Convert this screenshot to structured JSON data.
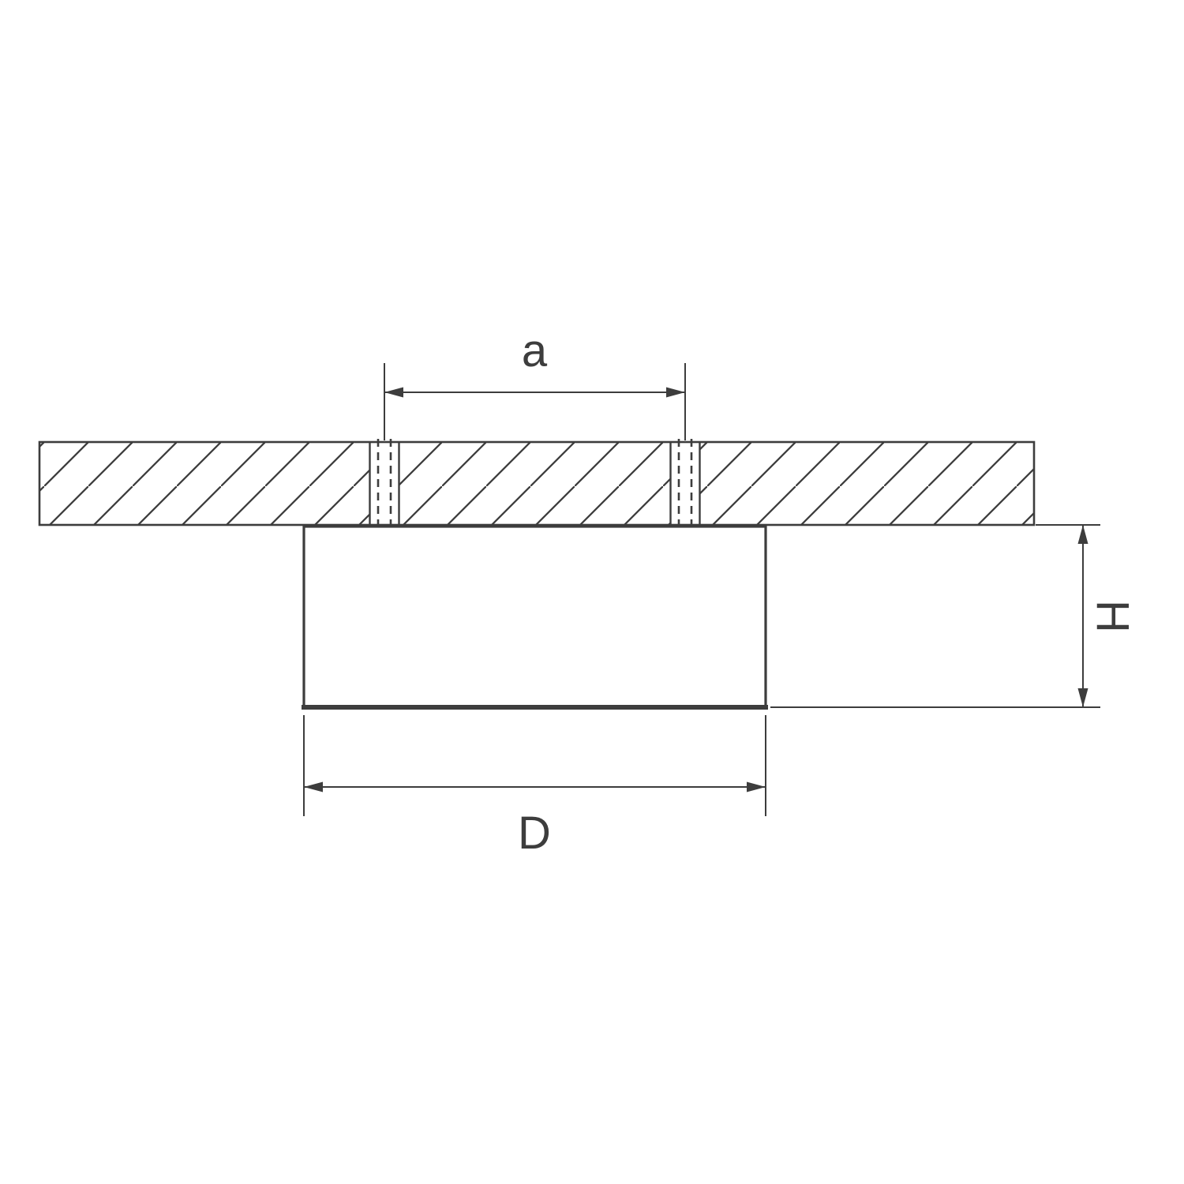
{
  "diagram": {
    "labels": {
      "hole_spacing": "a",
      "diameter": "D",
      "height": "H"
    },
    "colors": {
      "line": "#3d3d3d",
      "background": "#ffffff"
    }
  }
}
